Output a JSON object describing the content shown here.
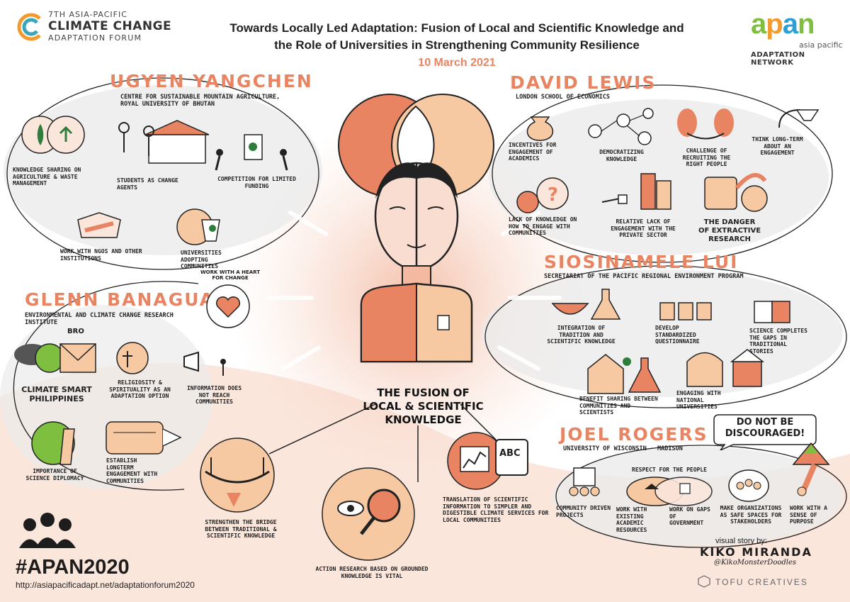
{
  "header": {
    "forum_small": "7TH ASIA-PACIFIC",
    "forum_big": "CLIMATE CHANGE",
    "forum_sub": "ADAPTATION FORUM",
    "title_line1": "Towards Locally Led Adaptation: Fusion of Local and Scientific Knowledge and",
    "title_line2": "the Role of Universities in Strengthening Community Resilience",
    "date": "10 March 2021",
    "apan_word": "apan",
    "apan_sub": "asia pacific",
    "apan_network": "ADAPTATION NETWORK"
  },
  "colors": {
    "accent": "#e88462",
    "peach": "#f6c9a3",
    "wash": "#f8ddd0",
    "ink": "#1d1d1d",
    "apan_orange": "#f29a2e",
    "apan_green": "#7fbf3f",
    "apan_blue": "#2aa0d6",
    "forum_teal": "#3aa6b9"
  },
  "center": {
    "title": "THE FUSION OF LOCAL & SCIENTIFIC KNOWLEDGE",
    "items": [
      "STRENGTHEN THE BRIDGE BETWEEN TRADITIONAL & SCIENTIFIC KNOWLEDGE",
      "ACTION RESEARCH BASED ON GROUNDED KNOWLEDGE IS VITAL",
      "TRANSLATION OF SCIENTIFIC INFORMATION TO SIMPLER AND DIGESTIBLE CLIMATE SERVICES FOR LOCAL COMMUNITIES"
    ],
    "abc": "ABC"
  },
  "ugyen": {
    "name": "UGYEN YANGCHEN",
    "affiliation": "CENTRE FOR SUSTAINABLE MOUNTAIN AGRICULTURE, ROYAL UNIVERSITY OF BHUTAN",
    "items": [
      "KNOWLEDGE SHARING ON AGRICULTURE & WASTE MANAGEMENT",
      "STUDENTS AS CHANGE AGENTS",
      "COMPETITION FOR LIMITED FUNDING",
      "WORK WITH NGOs AND OTHER INSTITUTIONS",
      "UNIVERSITIES ADOPTING COMMUNITIES"
    ]
  },
  "glenn": {
    "name": "GLENN BANAGUAS",
    "affiliation": "ENVIRONMENTAL AND CLIMATE CHANGE RESEARCH INSTITUTE",
    "heart_text": "WORK WITH A HEART FOR CHANGE",
    "items": [
      "CLIMATE SMART PHILIPPINES",
      "RELIGIOSITY & SPIRITUALITY AS AN ADAPTATION OPTION",
      "INFORMATION DOES NOT REACH COMMUNITIES",
      "IMPORTANCE OF SCIENCE DIPLOMACY",
      "ESTABLISH LONGTERM ENGAGEMENT WITH COMMUNITIES"
    ],
    "bro": "BRO"
  },
  "david": {
    "name": "DAVID LEWIS",
    "affiliation": "LONDON SCHOOL OF ECONOMICS",
    "items": [
      "INCENTIVES FOR ENGAGEMENT OF ACADEMICS",
      "DEMOCRATIZING KNOWLEDGE",
      "CHALLENGE OF RECRUITING THE RIGHT PEOPLE",
      "THINK LONG-TERM ABOUT AN ENGAGEMENT",
      "LACK OF KNOWLEDGE ON HOW TO ENGAGE WITH COMMUNITIES",
      "RELATIVE LACK OF ENGAGEMENT WITH THE PRIVATE SECTOR",
      "THE DANGER OF EXTRACTIVE RESEARCH"
    ]
  },
  "siosinamele": {
    "name": "SIOSINAMELE LUI",
    "affiliation": "SECRETARIAT OF THE PACIFIC REGIONAL ENVIRONMENT PROGRAM",
    "items": [
      "INTEGRATION OF TRADITION AND SCIENTIFIC KNOWLEDGE",
      "DEVELOP STANDARDIZED QUESTIONNAIRE",
      "SCIENCE COMPLETES THE GAPS IN TRADITIONAL STORIES",
      "BENEFIT SHARING BETWEEN COMMUNITIES AND SCIENTISTS",
      "ENGAGING WITH NATIONAL UNIVERSITIES"
    ]
  },
  "joel": {
    "name": "JOEL ROGERS",
    "affiliation": "UNIVERSITY OF WISCONSIN - MADISON",
    "bubble": "DO NOT BE DISCOURAGED!",
    "respect": "RESPECT FOR THE PEOPLE",
    "items": [
      "COMMUNITY DRIVEN PROJECTS",
      "WORK WITH EXISTING ACADEMIC RESOURCES",
      "WORK ON GAPS OF GOVERNMENT",
      "MAKE ORGANIZATIONS AS SAFE SPACES FOR STAKEHOLDERS",
      "WORK WITH A SENSE OF PURPOSE"
    ]
  },
  "footer": {
    "hashtag": "#APAN2020",
    "url": "http://asiapacificadapt.net/adaptationforum2020",
    "visual_story": "visual story by:",
    "artist": "KIKO MIRANDA",
    "handle": "@KikoMonsterDoodles",
    "studio": "TOFU CREATIVES"
  }
}
